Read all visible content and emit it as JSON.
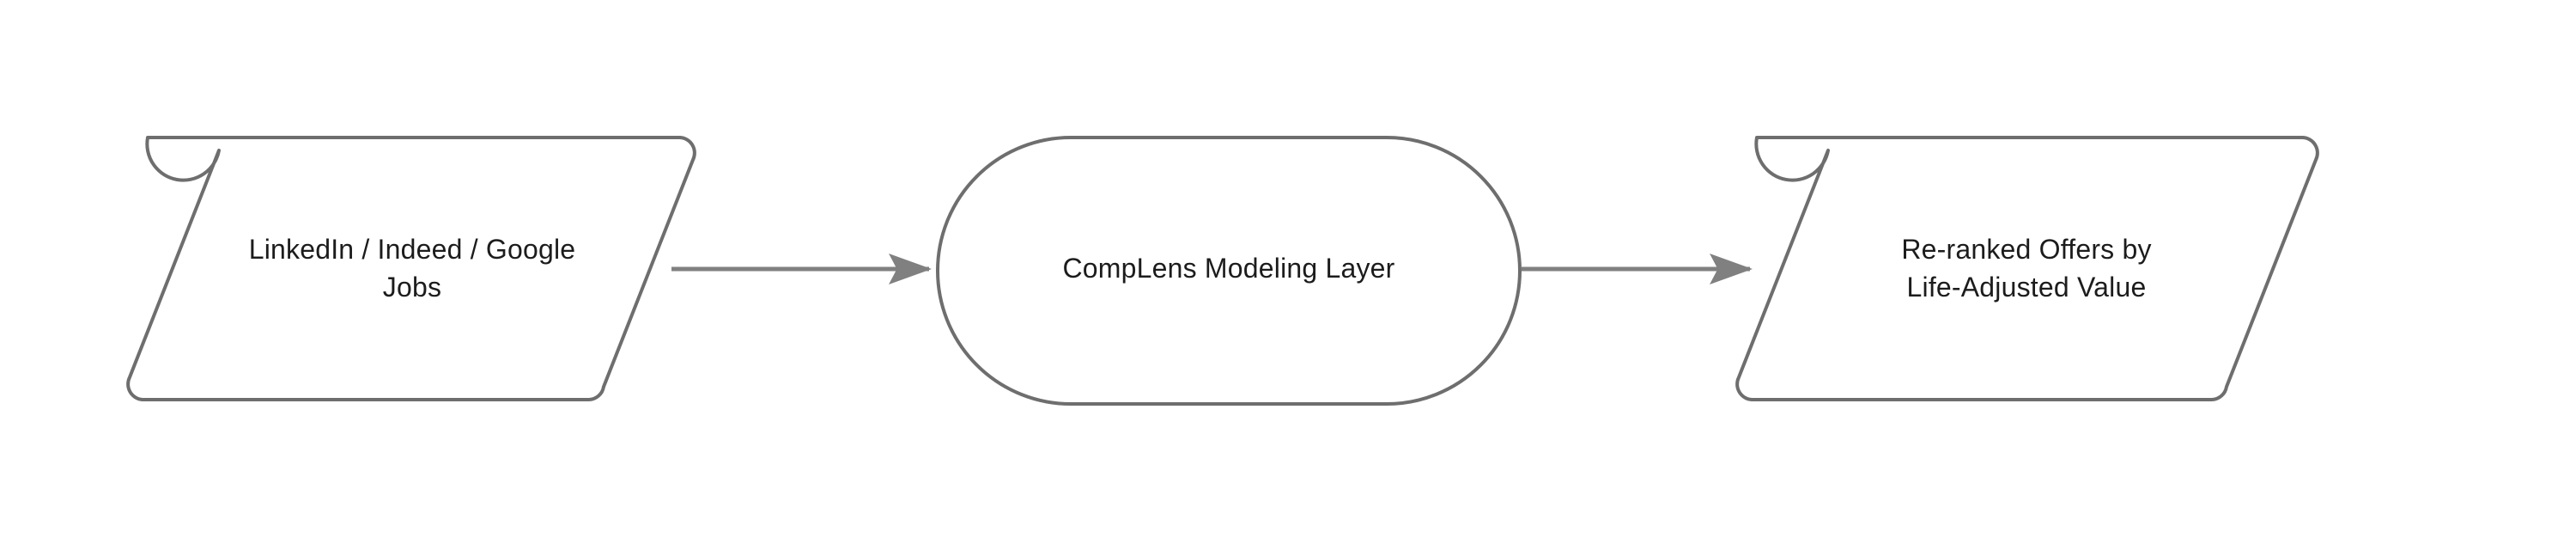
{
  "diagram": {
    "type": "flowchart",
    "orientation": "left-to-right",
    "background_color": "#ffffff",
    "node_border_color": "#6e6e6e",
    "node_fill_color": "#ffffff",
    "edge_color": "#808080",
    "label_color": "#1c1c1c",
    "nodes": [
      {
        "id": "source",
        "shape": "parallelogram",
        "label": "LinkedIn / Indeed / Google\nJobs",
        "label_lines": [
          "LinkedIn / Indeed / Google",
          "Jobs"
        ],
        "role": "input"
      },
      {
        "id": "process",
        "shape": "stadium",
        "label": "CompLens Modeling Layer",
        "label_lines": [
          "CompLens Modeling Layer"
        ],
        "role": "process"
      },
      {
        "id": "output",
        "shape": "parallelogram",
        "label": "Re-ranked Offers by\nLife-Adjusted Value",
        "label_lines": [
          "Re-ranked Offers by",
          "Life-Adjusted Value"
        ],
        "role": "output"
      }
    ],
    "edges": [
      {
        "id": "edge-source-process",
        "from": "source",
        "to": "process",
        "label": "",
        "arrowhead": "solid-triangle"
      },
      {
        "id": "edge-process-output",
        "from": "process",
        "to": "output",
        "label": "",
        "arrowhead": "solid-triangle"
      }
    ]
  }
}
